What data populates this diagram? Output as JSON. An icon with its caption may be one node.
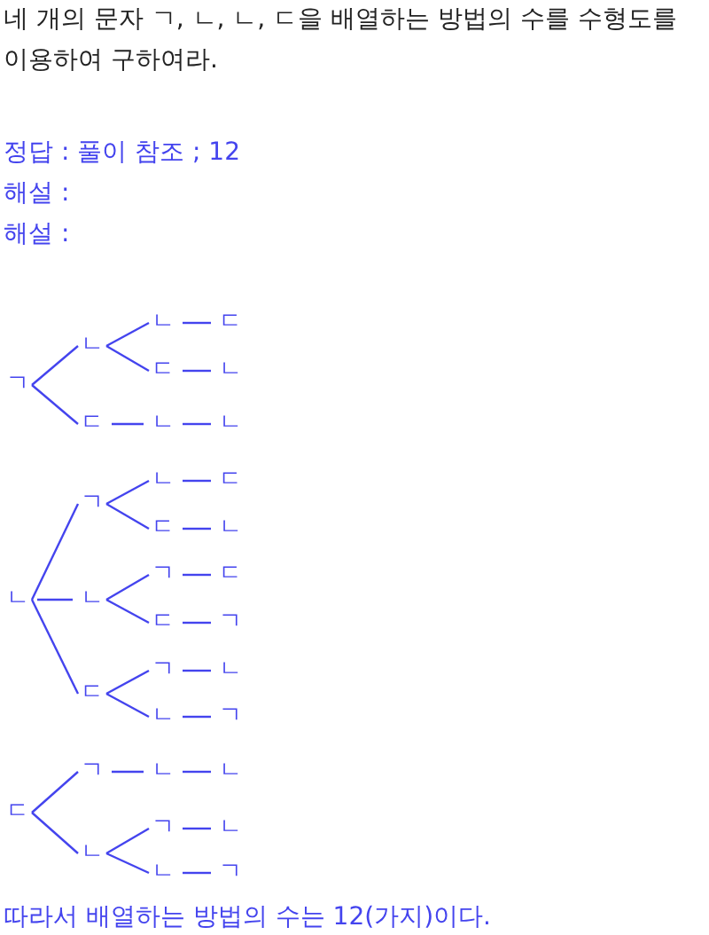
{
  "diagram": {
    "nodes": [
      {
        "text": [
          "ㄱ"
        ]
      },
      {
        "text": [
          "ㄴ"
        ]
      },
      {
        "text": [
          "ㄴ"
        ]
      },
      {
        "text": [
          "ㄷ"
        ]
      },
      {
        "text": [
          "ㄷ"
        ]
      },
      {
        "text": [
          "ㄴ"
        ]
      },
      {
        "text": [
          "ㄷ"
        ]
      },
      {
        "text": [
          "ㄴ"
        ]
      },
      {
        "text": [
          "ㄴ"
        ]
      },
      {
        "text": [
          "ㄴ"
        ]
      },
      {
        "text": [
          "ㄱ"
        ]
      },
      {
        "text": [
          "ㄴ"
        ]
      },
      {
        "text": [
          "ㄷ"
        ]
      },
      {
        "text": [
          "ㄷ"
        ]
      },
      {
        "text": [
          "ㄴ"
        ]
      },
      {
        "text": [
          "ㄴ"
        ]
      },
      {
        "text": [
          "ㄱ"
        ]
      },
      {
        "text": [
          "ㄷ"
        ]
      },
      {
        "text": [
          "ㄷ"
        ]
      },
      {
        "text": [
          "ㄱ"
        ]
      },
      {
        "text": [
          "ㄷ"
        ]
      },
      {
        "text": [
          "ㄱ"
        ]
      },
      {
        "text": [
          "ㄴ"
        ]
      },
      {
        "text": [
          "ㄴ"
        ]
      },
      {
        "text": [
          "ㄱ"
        ]
      },
      {
        "text": [
          "ㄷ"
        ]
      },
      {
        "text": [
          "ㄱ"
        ]
      },
      {
        "text": [
          "ㄴ"
        ]
      },
      {
        "text": [
          "ㄴ"
        ]
      },
      {
        "text": [
          "ㄴ"
        ]
      },
      {
        "text": [
          "ㄱ"
        ]
      },
      {
        "text": [
          "ㄴ"
        ]
      },
      {
        "text": [
          "ㄴ"
        ]
      },
      {
        "text": [
          "ㄱ"
        ]
      }
    ],
    "edges": [
      {
        "from": 0,
        "to": 1,
        "arrow": "none"
      },
      {
        "from": 1,
        "to": 2,
        "arrow": "none"
      },
      {
        "from": 2,
        "to": 3,
        "arrow": "none"
      },
      {
        "from": 1,
        "to": 4,
        "arrow": "none"
      },
      {
        "from": 4,
        "to": 5,
        "arrow": "none"
      },
      {
        "from": 0,
        "to": 6,
        "arrow": "none"
      },
      {
        "from": 6,
        "to": 7,
        "arrow": "none"
      },
      {
        "from": 7,
        "to": 8,
        "arrow": "none"
      },
      {
        "from": 9,
        "to": 10,
        "arrow": "none"
      },
      {
        "from": 10,
        "to": 11,
        "arrow": "none"
      },
      {
        "from": 11,
        "to": 12,
        "arrow": "none"
      },
      {
        "from": 10,
        "to": 13,
        "arrow": "none"
      },
      {
        "from": 13,
        "to": 14,
        "arrow": "none"
      },
      {
        "from": 9,
        "to": 15,
        "arrow": "none"
      },
      {
        "from": 15,
        "to": 16,
        "arrow": "none"
      },
      {
        "from": 16,
        "to": 17,
        "arrow": "none"
      },
      {
        "from": 15,
        "to": 18,
        "arrow": "none"
      },
      {
        "from": 18,
        "to": 19,
        "arrow": "none"
      },
      {
        "from": 9,
        "to": 20,
        "arrow": "none"
      },
      {
        "from": 20,
        "to": 21,
        "arrow": "none"
      },
      {
        "from": 21,
        "to": 22,
        "arrow": "none"
      },
      {
        "from": 20,
        "to": 23,
        "arrow": "none"
      },
      {
        "from": 23,
        "to": 24,
        "arrow": "none"
      },
      {
        "from": 25,
        "to": 26,
        "arrow": "none"
      },
      {
        "from": 26,
        "to": 27,
        "arrow": "none"
      },
      {
        "from": 27,
        "to": 28,
        "arrow": "none"
      },
      {
        "from": 25,
        "to": 29,
        "arrow": "none"
      },
      {
        "from": 29,
        "to": 30,
        "arrow": "none"
      },
      {
        "from": 30,
        "to": 31,
        "arrow": "none"
      },
      {
        "from": 29,
        "to": 32,
        "arrow": "none"
      },
      {
        "from": 32,
        "to": 33,
        "arrow": "none"
      }
    ],
    "labels": [
      "네 개의 문자 ㄱ, ㄴ, ㄴ, ㄷ을 배열하는 방법의 수를 수형도를 이용하여 구하여라.",
      "정답 : 풀이 참조 ; 12",
      "해설 :",
      "해설 :",
      "따라서 배열하는 방법의 수는 12(가지)이다."
    ]
  }
}
